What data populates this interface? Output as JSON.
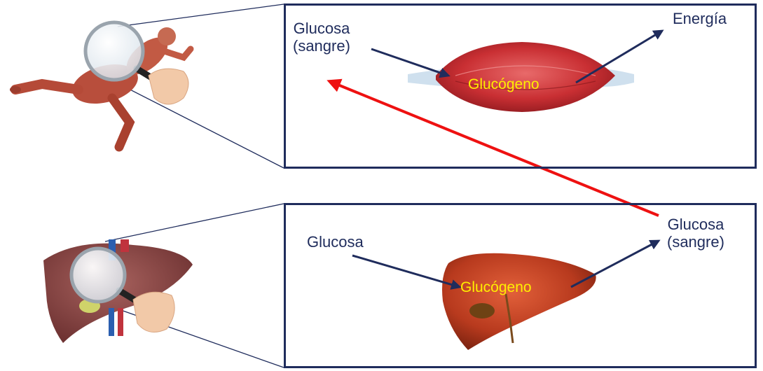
{
  "muscle_panel": {
    "input_label": "Glucosa\n(sangre)",
    "organ_label": "Glucógeno",
    "output_label": "Energía"
  },
  "liver_panel": {
    "input_label": "Glucosa",
    "organ_label": "Glucógeno",
    "output_label": "Glucosa\n(sangre)"
  },
  "colors": {
    "frame": "#1f2c5c",
    "flow_arrow": "#1f2c5c",
    "transfer_arrow": "#ee1111",
    "glycogen_text": "#ffee00"
  },
  "icons": [
    "running-anatomy-icon",
    "magnifier-icon",
    "muscle-icon",
    "liver-icon"
  ]
}
